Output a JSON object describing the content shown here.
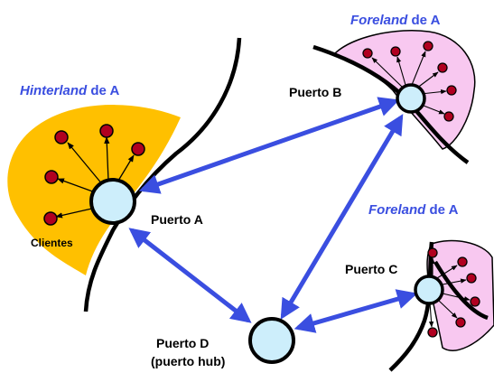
{
  "labels": {
    "hinterland_word": "Hinterland",
    "hinterland_suffix": " de A",
    "foreland_word": "Foreland",
    "foreland_suffix": " de A",
    "port_a": "Puerto A",
    "port_b": "Puerto B",
    "port_c": "Puerto C",
    "port_d_line1": "Puerto D",
    "port_d_line2": "(puerto hub)",
    "clients": "Clientes"
  },
  "colors": {
    "hinterland_fill": "#ffc000",
    "foreland_fill": "#f8c8f0",
    "port_fill": "#cdeefb",
    "client_fill": "#b00020",
    "arrow": "#3a4ee0",
    "title_text": "#3a4ee0"
  }
}
